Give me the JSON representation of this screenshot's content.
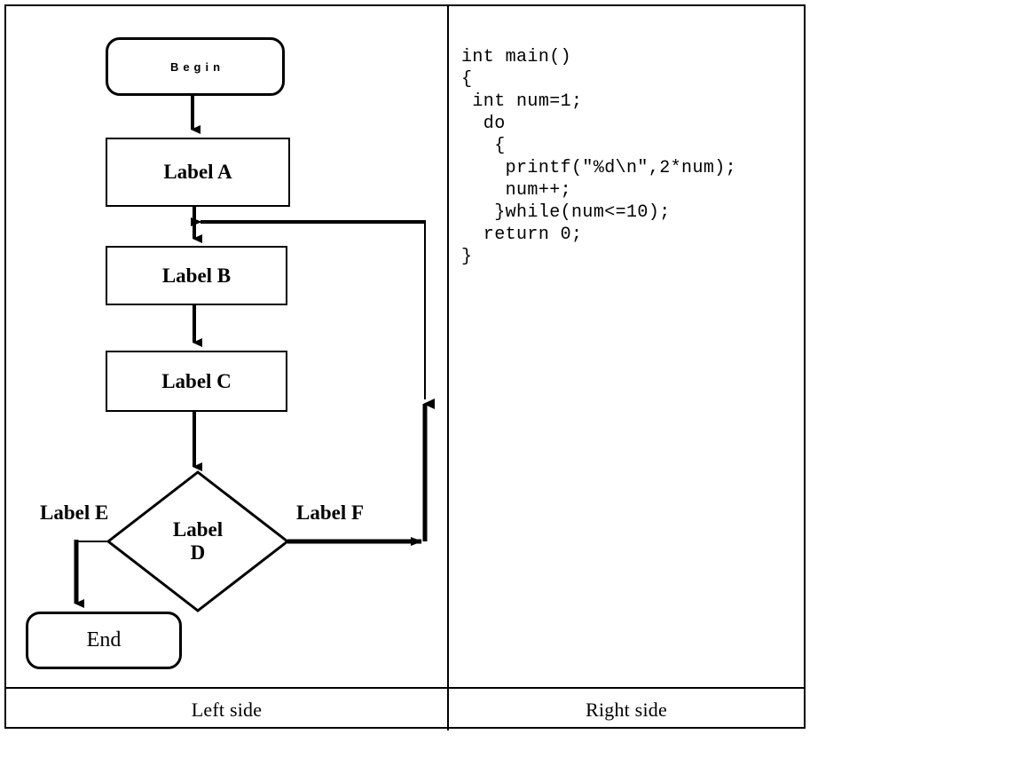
{
  "table": {
    "captions": {
      "left": "Left side",
      "right": "Right side"
    }
  },
  "flowchart": {
    "nodes": {
      "begin": {
        "label": "Begin",
        "shape": "terminator"
      },
      "a": {
        "label": "Label A",
        "shape": "process"
      },
      "b": {
        "label": "Label B",
        "shape": "process"
      },
      "c": {
        "label": "Label C",
        "shape": "process"
      },
      "d": {
        "label": "Label\nD",
        "shape": "decision"
      },
      "end": {
        "label": "End",
        "shape": "terminator"
      }
    },
    "branch_labels": {
      "left": "Label E",
      "right": "Label F"
    }
  },
  "code": {
    "language": "c",
    "text": "int main()\n{\n int num=1;\n  do\n   {\n    printf(\"%d\\n\",2*num);\n    num++;\n   }while(num<=10);\n  return 0;\n}"
  },
  "colors": {
    "stroke": "#000000",
    "background": "#ffffff"
  }
}
